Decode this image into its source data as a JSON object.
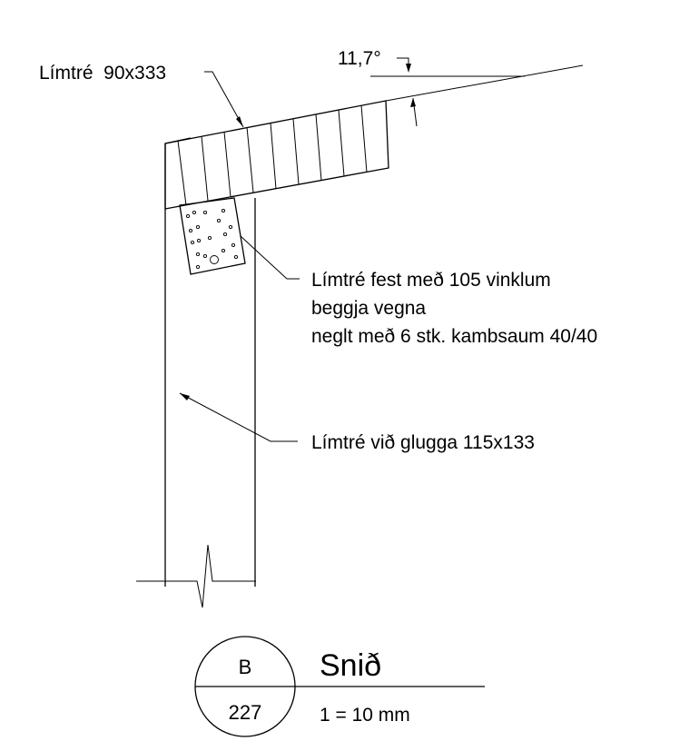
{
  "angle_label": "11,7°",
  "beam_label": "Límtré  90x333",
  "connection_note": [
    "Límtré fest með 105 vinklum",
    "beggja vegna",
    "neglt með 6 stk. kambsaum 40/40"
  ],
  "column_label": "Límtré við glugga 115x133",
  "section_marker": {
    "letter": "B",
    "sheet": "227",
    "title": "Snið",
    "scale": "1 = 10 mm"
  }
}
